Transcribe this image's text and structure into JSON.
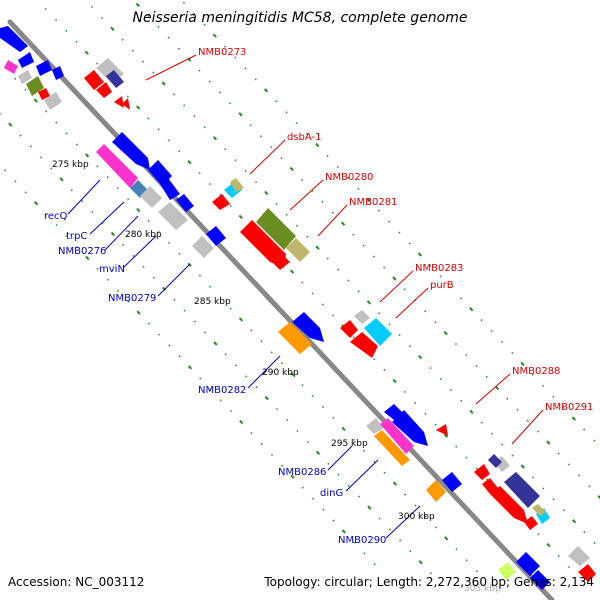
{
  "title": "Neisseria meningitidis MC58, complete genome",
  "footer": {
    "accession": "Accession: NC_003112",
    "stats": "Topology: circular; Length: 2,272,360 bp; Genes: 2,134"
  },
  "colors": {
    "backbone": "#888888",
    "tick": "#228b22",
    "red": "#ff0000",
    "blue": "#0000ff",
    "olive": "#6b8e23",
    "khaki": "#bdb76b",
    "grey": "#c0c0c0",
    "cyan": "#00ccff",
    "magenta": "#ff33cc",
    "orange": "#ff9900",
    "steel": "#4682b4",
    "navy": "#333399",
    "label_red": "#dd0000",
    "label_blue": "#0000cc"
  },
  "scale_marks": [
    "275 kbp",
    "280 kbp",
    "285 kbp",
    "290 kbp",
    "295 kbp",
    "300 kbp",
    "305 kbp"
  ],
  "labels_top": [
    "NMB0273",
    "dsbA-1",
    "NMB0280",
    "NMB0281",
    "NMB0283",
    "purB",
    "NMB0288",
    "NMB0291"
  ],
  "labels_bottom": [
    "recQ",
    "trpC",
    "NMB0276",
    "mviN",
    "NMB0279",
    "NMB0282",
    "NMB0286",
    "dinG",
    "NMB0290"
  ]
}
